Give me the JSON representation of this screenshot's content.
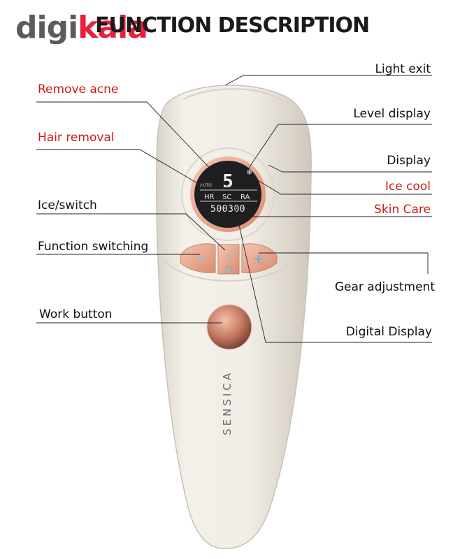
{
  "logo": {
    "part1": "digi",
    "part2": "kala",
    "colors": {
      "gray": "#5b5b5b",
      "red": "#e8203a"
    }
  },
  "title": "FUNCTION DESCRIPTION",
  "labels_left": [
    {
      "key": "remove_acne",
      "text": "Remove acne",
      "color": "red"
    },
    {
      "key": "hair_removal",
      "text": "Hair removal",
      "color": "red"
    },
    {
      "key": "ice_switch",
      "text": "Ice/switch",
      "color": "black"
    },
    {
      "key": "function_switching",
      "text": "Function switching",
      "color": "black"
    },
    {
      "key": "work_button",
      "text": "Work button",
      "color": "black"
    }
  ],
  "labels_right": [
    {
      "key": "light_exit",
      "text": "Light exit",
      "color": "black"
    },
    {
      "key": "level_display",
      "text": "Level display",
      "color": "black"
    },
    {
      "key": "display",
      "text": "Display",
      "color": "black"
    },
    {
      "key": "ice_cool",
      "text": "Ice cool",
      "color": "red"
    },
    {
      "key": "skin_care",
      "text": "Skin Care",
      "color": "red"
    },
    {
      "key": "gear_adjustment",
      "text": "Gear adjustment",
      "color": "black"
    },
    {
      "key": "digital_display",
      "text": "Digital Display",
      "color": "black"
    }
  ],
  "device": {
    "brand": "SENSICA",
    "screen": {
      "auto": "AUTO",
      "level": "5",
      "modes": [
        "HR",
        "SC",
        "RA"
      ],
      "counter": "500300"
    }
  },
  "colors": {
    "red_label": "#d01818",
    "copper": "#e7a48a",
    "screen": "#1f1f22",
    "body": "#efeae2"
  }
}
